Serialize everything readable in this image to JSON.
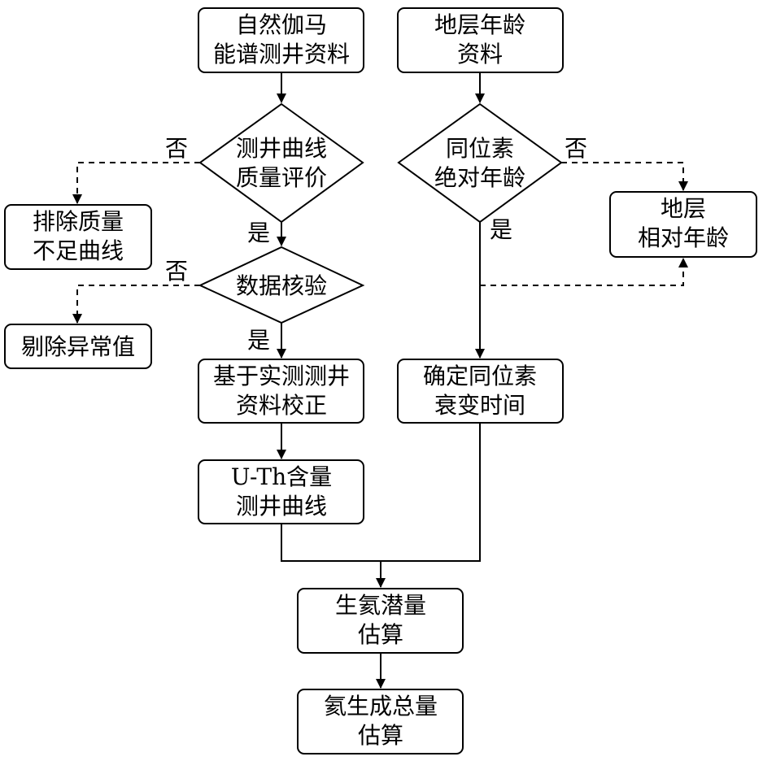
{
  "nodes": {
    "gamma_log": {
      "line1": "自然伽马",
      "line2": "能谱测井资料"
    },
    "strata_age": {
      "line1": "地层年龄",
      "line2": "资料"
    },
    "log_quality": {
      "line1": "测井曲线",
      "line2": "质量评价"
    },
    "isotope_age": {
      "line1": "同位素",
      "line2": "绝对年龄"
    },
    "remove_bad_curves": {
      "line1": "排除质量",
      "line2": "不足曲线"
    },
    "relative_age": {
      "line1": "地层",
      "line2": "相对年龄"
    },
    "data_check": {
      "line1": "数据核验"
    },
    "remove_outliers": {
      "line1": "剔除异常值"
    },
    "calibration": {
      "line1": "基于实测测井",
      "line2": "资料校正"
    },
    "decay_time": {
      "line1": "确定同位素",
      "line2": "衰变时间"
    },
    "uth_curve": {
      "line1": "U-Th含量",
      "line2": "测井曲线"
    },
    "he_potential": {
      "line1": "生氦潜量",
      "line2": "估算"
    },
    "he_total": {
      "line1": "氦生成总量",
      "line2": "估算"
    }
  },
  "labels": {
    "no": "否",
    "yes": "是"
  }
}
